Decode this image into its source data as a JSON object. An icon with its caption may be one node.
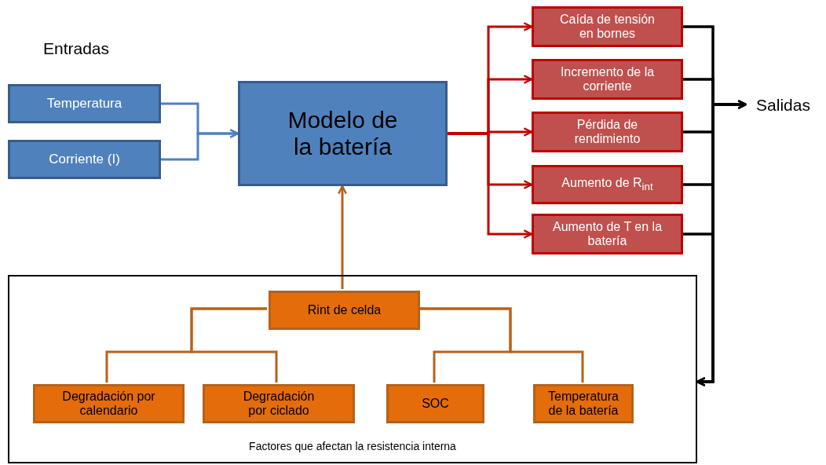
{
  "diagram": {
    "nodes": [
      {
        "text": [
          "Temperatura"
        ]
      },
      {
        "text": [
          "Corriente (I)"
        ]
      },
      {
        "text": [
          "Modelo de la batería"
        ]
      },
      {
        "text": [
          "Caída de tensión en bornes"
        ]
      },
      {
        "text": [
          "Incremento de la corriente"
        ]
      },
      {
        "text": [
          "Pérdida de rendimiento"
        ]
      },
      {
        "text": [
          "Aumento de R$_{int}$"
        ]
      },
      {
        "text": [
          "Aumento de T en la batería"
        ]
      },
      {
        "text": [
          "Salidas"
        ]
      },
      {
        "text": [
          "Factores que afectan la resistencia interna"
        ]
      },
      {
        "text": [
          "Rint de celda"
        ],
        "in": 9
      },
      {
        "text": [
          "Degradación por calendario"
        ],
        "in": 9
      },
      {
        "text": [
          "Degradación por ciclado"
        ],
        "in": 9
      },
      {
        "text": [
          "SOC"
        ],
        "in": 9
      },
      {
        "text": [
          "Temperatura de la batería"
        ],
        "in": 9
      }
    ],
    "edges": [
      {
        "from": 0,
        "to": 2,
        "arrow": "to",
        "color": "#4f81bd"
      },
      {
        "from": 1,
        "to": 2,
        "arrow": "to",
        "color": "#4f81bd"
      },
      {
        "from": 2,
        "to": 3,
        "arrow": "to",
        "color": "#c00000"
      },
      {
        "from": 2,
        "to": 4,
        "arrow": "to",
        "color": "#c00000"
      },
      {
        "from": 2,
        "to": 5,
        "arrow": "to",
        "color": "#c00000"
      },
      {
        "from": 2,
        "to": 6,
        "arrow": "to",
        "color": "#c00000"
      },
      {
        "from": 2,
        "to": 7,
        "arrow": "to",
        "color": "#c00000"
      },
      {
        "from": 3,
        "to": 8,
        "arrow": "to"
      },
      {
        "from": 4,
        "to": 8,
        "arrow": "to"
      },
      {
        "from": 5,
        "to": 8,
        "arrow": "to"
      },
      {
        "from": 6,
        "to": 8,
        "arrow": "to"
      },
      {
        "from": 7,
        "to": 8,
        "arrow": "to"
      },
      {
        "from": 3,
        "to": 9,
        "arrow": "to"
      },
      {
        "from": 4,
        "to": 9,
        "arrow": "to"
      },
      {
        "from": 5,
        "to": 9,
        "arrow": "to"
      },
      {
        "from": 6,
        "to": 9,
        "arrow": "to"
      },
      {
        "from": 7,
        "to": 9,
        "arrow": "to"
      },
      {
        "from": 10,
        "to": 2,
        "arrow": "to",
        "color": "#b5621b"
      },
      {
        "from": 11,
        "to": 10,
        "arrow": "none",
        "color": "#b5621b"
      },
      {
        "from": 12,
        "to": 10,
        "arrow": "none",
        "color": "#b5621b"
      },
      {
        "from": 13,
        "to": 10,
        "arrow": "none",
        "color": "#b5621b"
      },
      {
        "from": 14,
        "to": 10,
        "arrow": "none",
        "color": "#b5621b"
      }
    ],
    "labels": [
      "Entradas"
    ]
  }
}
